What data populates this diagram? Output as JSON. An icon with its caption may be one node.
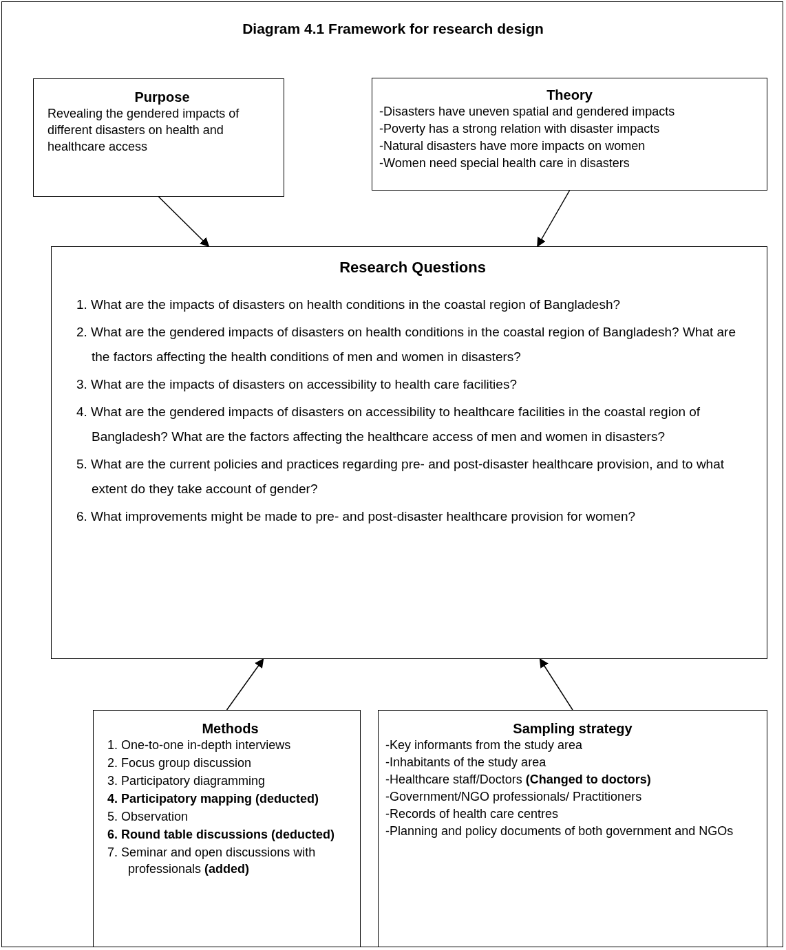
{
  "diagram": {
    "title": "Diagram 4.1 Framework for research design",
    "nodes": [
      {
        "text": [
          "Purpose",
          "Revealing the gendered impacts of different disasters on health and healthcare access"
        ]
      },
      {
        "text": [
          "Theory",
          "-Disasters have uneven spatial and gendered impacts",
          "-Poverty has a strong relation with disaster impacts",
          "-Natural disasters have more impacts on women",
          "-Women need special health care in disasters"
        ]
      },
      {
        "text": [
          "Research Questions",
          "1. What are the impacts of disasters on health conditions in the coastal region of Bangladesh?",
          "2. What are the gendered impacts of disasters on health conditions in the coastal region of Bangladesh? What are the factors affecting the health conditions of men and women in disasters?",
          "3. What are the impacts of disasters on accessibility to health care facilities?",
          "4. What are the gendered impacts of disasters on accessibility to healthcare facilities in the coastal region of Bangladesh? What are the factors affecting the healthcare access of men and women in disasters?",
          "5. What are the current policies and practices regarding pre- and post-disaster healthcare provision, and to what extent do they take account of gender?",
          "6. What improvements might be made to pre- and post-disaster healthcare provision for women?"
        ]
      },
      {
        "text": [
          "Methods",
          "1. One-to-one in-depth interviews",
          "2. Focus group discussion",
          "3. Participatory diagramming",
          "4. Participatory mapping (deducted)",
          "5. Observation",
          "6. Round table discussions (deducted)",
          "7. Seminar and open discussions with professionals **(added)**"
        ]
      },
      {
        "text": [
          "Sampling strategy",
          "-Key informants from the study area",
          "-Inhabitants of the study area",
          "-Healthcare staff/Doctors **(Changed to doctors)**",
          "-Government/NGO professionals/ Practitioners",
          "-Records of health care centres",
          "-Planning and policy documents of both government and NGOs"
        ]
      }
    ],
    "edges": [
      {
        "from": 0,
        "to": 2,
        "arrow": "to"
      },
      {
        "from": 1,
        "to": 2,
        "arrow": "to"
      },
      {
        "from": 3,
        "to": 2,
        "arrow": "to"
      },
      {
        "from": 4,
        "to": 2,
        "arrow": "to"
      }
    ]
  }
}
